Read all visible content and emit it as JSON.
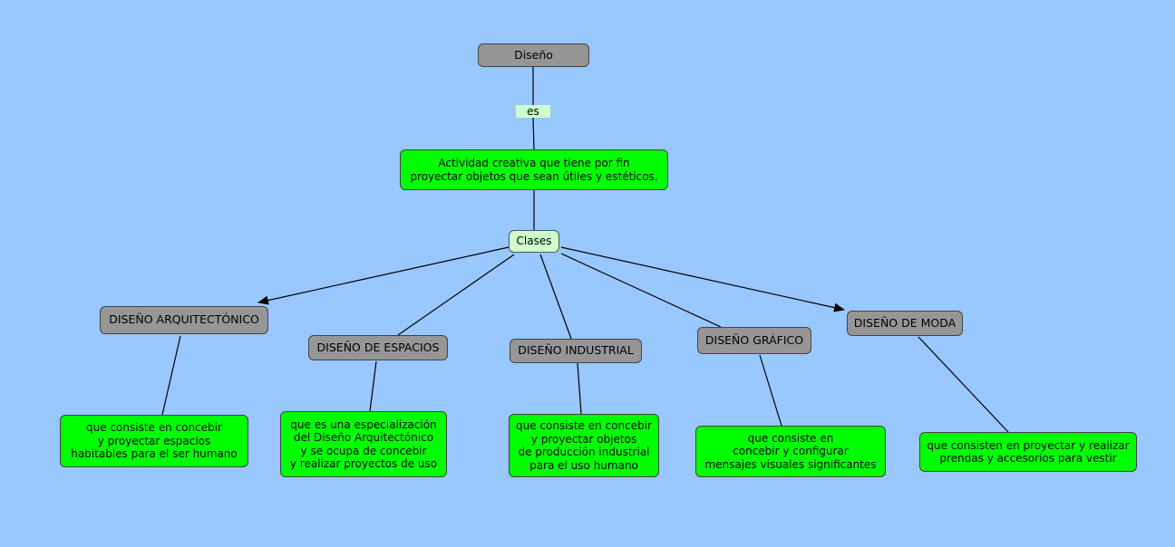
{
  "root": {
    "label": "Diseño"
  },
  "link_label": "es",
  "definition": {
    "text": "Actividad creativa que tiene por fin\nproyectar objetos que sean útiles y estéticos."
  },
  "hub": {
    "label": "Clases"
  },
  "types": [
    {
      "label": "DISEÑO ARQUITECTÓNICO",
      "description": "que consiste en concebir\ny proyectar espacios\nhabitables para el ser humano"
    },
    {
      "label": "DISEÑO DE ESPACIOS",
      "description": "que es una especialización\ndel Diseño Arquitectónico\ny se ocupa de concebir\ny realizar proyectos de uso"
    },
    {
      "label": "DISEÑO INDUSTRIAL",
      "description": "que consiste en concebir\ny proyectar objetos\nde producción industrial\npara el uso humano"
    },
    {
      "label": "DISEÑO GRÁFICO",
      "description": "que consiste en\nconcebir y configurar\nmensajes visuales significantes"
    },
    {
      "label": "DISEÑO DE MODA",
      "description": "que consisten en proyectar y realizar\nprendas y accesorios para vestir"
    }
  ],
  "colors": {
    "background": "#99c7ff",
    "concept_gray": "#969696",
    "concept_green": "#00ff00",
    "link_label": "#ccffcc"
  }
}
